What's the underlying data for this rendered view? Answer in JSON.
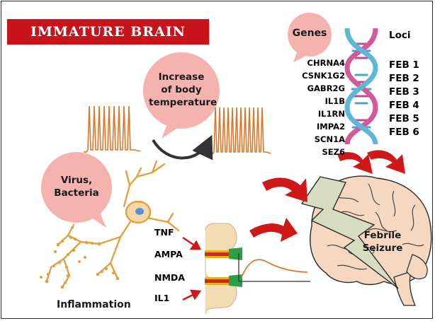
{
  "title": "IMMATURE BRAIN",
  "temperature": {
    "line1": "Increase",
    "line2": "of body",
    "line3": "temperature"
  },
  "genes": {
    "label": "Genes",
    "items": [
      "CHRNA4",
      "CSNK1G2",
      "GABR2G",
      "IL1B",
      "IL1RN",
      "IMPA2",
      "SCN1A",
      "SEZ6"
    ]
  },
  "loci": {
    "label": "Loci",
    "items": [
      "FEB 1",
      "FEB 2",
      "FEB 3",
      "FEB 4",
      "FEB 5",
      "FEB 6"
    ]
  },
  "infection": {
    "line1": "Virus,",
    "line2": "Bacteria"
  },
  "inflammation_label": "Inflammation",
  "receptors": {
    "tnf": "TNF",
    "ampa": "AMPA",
    "nmda": "NMDA",
    "il1": "IL1"
  },
  "seizure": {
    "line1": "Febrile",
    "line2": "Seizure"
  },
  "colors": {
    "banner": "#c8131b",
    "bubble": "#f4b3ae",
    "arrow": "#d01818",
    "neuron": "#e3a03c",
    "bolt": "#d8dcc0",
    "brain": "#f6d7bf"
  }
}
